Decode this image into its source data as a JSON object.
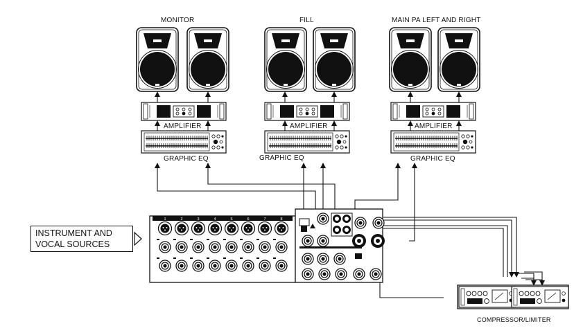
{
  "labels": {
    "monitor": "MONITOR",
    "fill": "FILL",
    "main_pa": "MAIN PA LEFT AND RIGHT",
    "amplifier": "AMPLIFIER",
    "graphic_eq": "GRAPHIC EQ",
    "compressor": "COMPRESSOR/LIMITER"
  },
  "sources": {
    "line1": "INSTRUMENT AND",
    "line2": "VOCAL SOURCES"
  },
  "mixer": {
    "channel_numbers": [
      "1",
      "2",
      "3",
      "4",
      "5",
      "6",
      "7",
      "8"
    ]
  }
}
